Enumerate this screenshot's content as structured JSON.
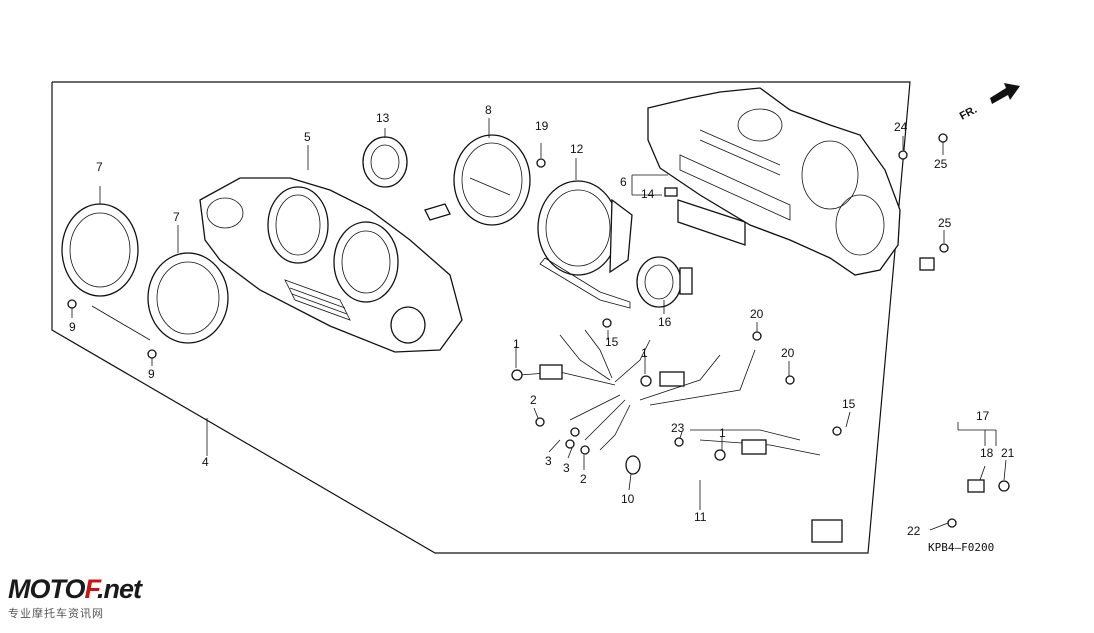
{
  "diagram": {
    "code": "KPB4—F0200",
    "direction_label": "FR.",
    "callouts": {
      "c1a": "1",
      "c1b": "1",
      "c1c": "1",
      "c2a": "2",
      "c2b": "2",
      "c3a": "3",
      "c3b": "3",
      "c4": "4",
      "c5": "5",
      "c6": "6",
      "c7a": "7",
      "c7b": "7",
      "c8": "8",
      "c9a": "9",
      "c9b": "9",
      "c10": "10",
      "c11": "11",
      "c12": "12",
      "c13": "13",
      "c14": "14",
      "c15a": "15",
      "c15b": "15",
      "c16": "16",
      "c17": "17",
      "c18": "18",
      "c19": "19",
      "c20a": "20",
      "c20b": "20",
      "c21": "21",
      "c22": "22",
      "c23": "23",
      "c24": "24",
      "c25a": "25",
      "c25b": "25"
    }
  },
  "watermark": {
    "brand_prefix": "MOTO",
    "brand_accent": "F",
    "brand_suffix": ".net",
    "tagline": "专业摩托车资讯网"
  },
  "colors": {
    "ink": "#111111",
    "brand_red": "#c81414",
    "background": "#ffffff"
  }
}
